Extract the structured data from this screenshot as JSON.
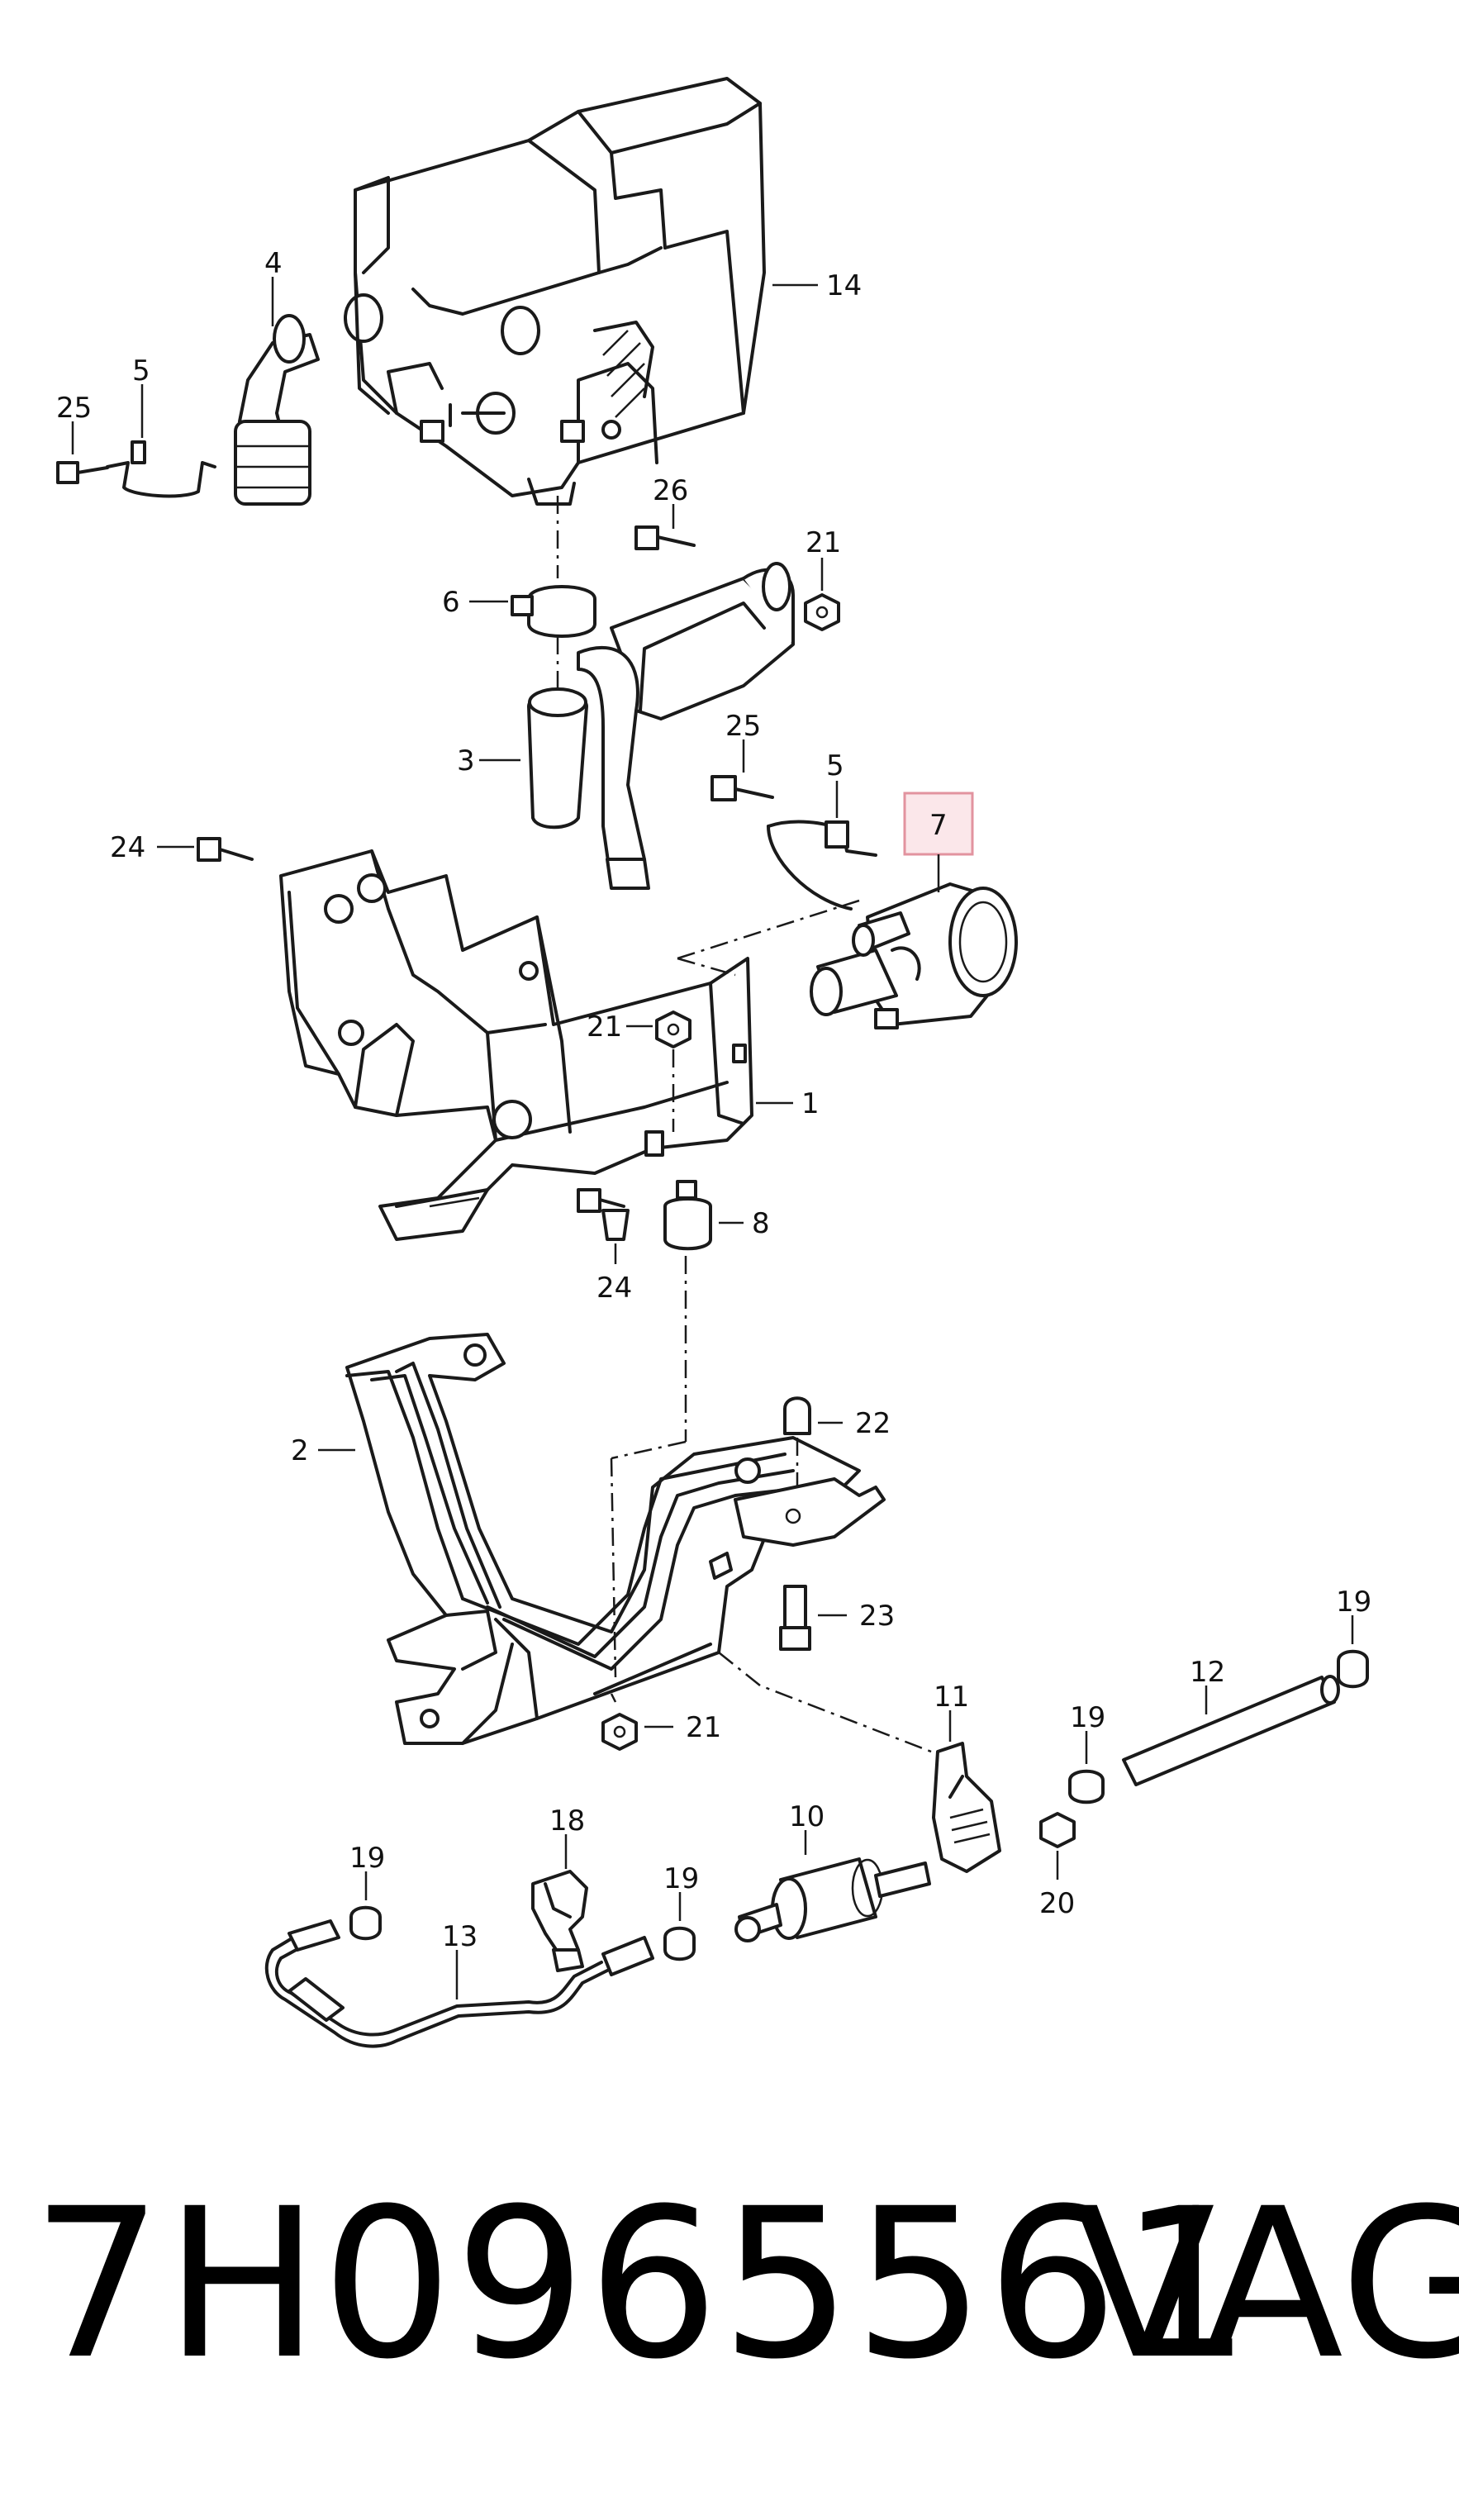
{
  "diagram": {
    "callouts": {
      "c14": "14",
      "c4": "4",
      "c5a": "5",
      "c25a": "25",
      "c26": "26",
      "c21a": "21",
      "c6": "6",
      "c3": "3",
      "c25b": "25",
      "c5b": "5",
      "c7": "7",
      "c24a": "24",
      "c21b": "21",
      "c1": "1",
      "c8": "8",
      "c24b": "24",
      "c22": "22",
      "c2": "2",
      "c23": "23",
      "c19a": "19",
      "c21c": "21",
      "c11": "11",
      "c19b": "19",
      "c12": "12",
      "c18": "18",
      "c10": "10",
      "c19c": "19",
      "c19d": "19",
      "c20": "20",
      "c13": "13"
    },
    "highlighted_callout": "7",
    "highlight_color": "#fbe7ea"
  },
  "footer": {
    "part_number": "7H0965561",
    "brand": "VAG"
  }
}
